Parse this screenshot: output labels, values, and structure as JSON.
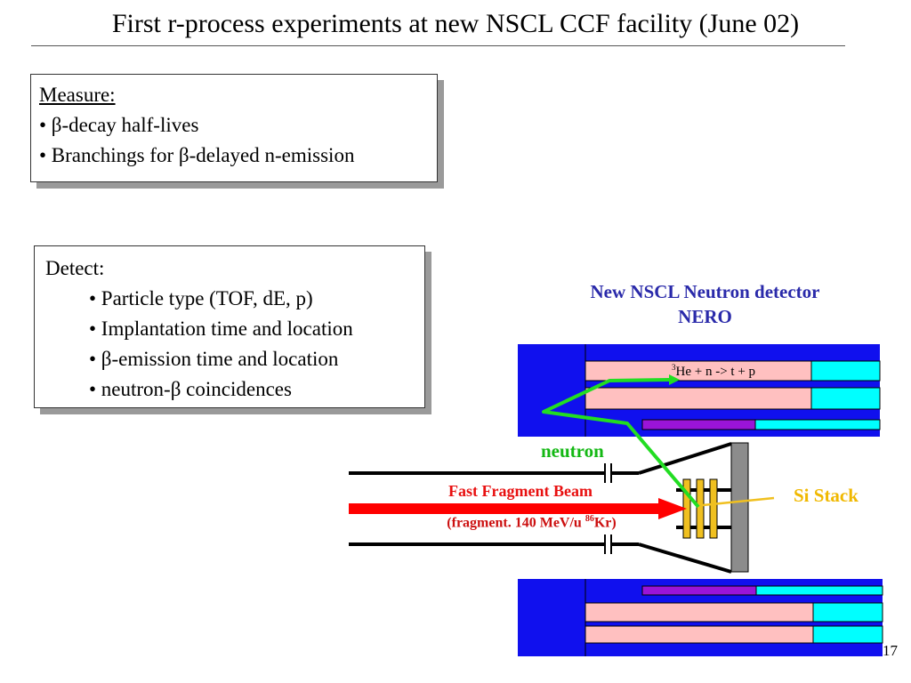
{
  "slide": {
    "title": "First r-process experiments at new NSCL CCF facility (June 02)",
    "page_number": "17"
  },
  "measure": {
    "heading": "Measure:",
    "items": [
      "• β-decay half-lives",
      "• Branchings for β-delayed n-emission"
    ]
  },
  "detect": {
    "heading": "Detect:",
    "items": [
      "• Particle type (TOF, dE, p)",
      "• Implantation time and location",
      "• β-emission time and location",
      "• neutron-β coincidences"
    ]
  },
  "diagram": {
    "detector_title_line1": "New NSCL Neutron detector",
    "detector_title_line2": "NERO",
    "reaction": {
      "superscript": "3",
      "text": "He + n -> t + p"
    },
    "neutron_label": "neutron",
    "beam_label": "Fast Fragment Beam",
    "beam_sub_prefix": "(fragment. 140 MeV/u ",
    "beam_sub_superscript": "86",
    "beam_sub_suffix": "Kr)",
    "si_stack_label": "Si Stack",
    "colors": {
      "detector_blue": "#1010ee",
      "tube_pink": "#ffc0c0",
      "cyan": "#00ffff",
      "purple": "#9a14d8",
      "neutron_green": "#22dd22",
      "beam_red": "#ff0000",
      "si_gold": "#f0c020",
      "chamber_grey": "#8c8c8c"
    }
  }
}
